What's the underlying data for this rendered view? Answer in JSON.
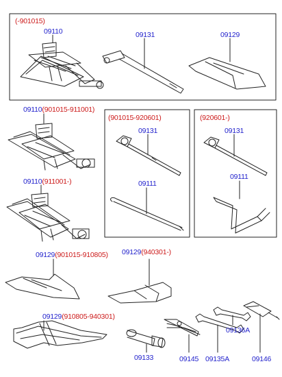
{
  "colors": {
    "part_number": "#2222cc",
    "date_range": "#cc1a1a",
    "line": "#222222"
  },
  "box_top": {
    "range": "(-901015)",
    "parts": [
      "09110",
      "09131",
      "09129"
    ]
  },
  "box_mid": {
    "range": "(901015-920601)",
    "parts": [
      "09131",
      "09111"
    ]
  },
  "box_right": {
    "range": "(920601-)",
    "parts": [
      "09131",
      "09111"
    ]
  },
  "jack_b": {
    "part": "09110",
    "range": "(901015-911001)"
  },
  "jack_c": {
    "part": "09110",
    "range": "(911001-)"
  },
  "bag_a": {
    "part": "09129",
    "range": "(901015-910805)"
  },
  "bag_b": {
    "part": "09129",
    "range": "(940301-)"
  },
  "bag_c": {
    "part": "09129",
    "range": "(910805-940301)"
  },
  "tools": {
    "p09133": "09133",
    "p09145": "09145",
    "p09135a": "09135A",
    "p09136a": "09136A",
    "p09146": "09146"
  }
}
